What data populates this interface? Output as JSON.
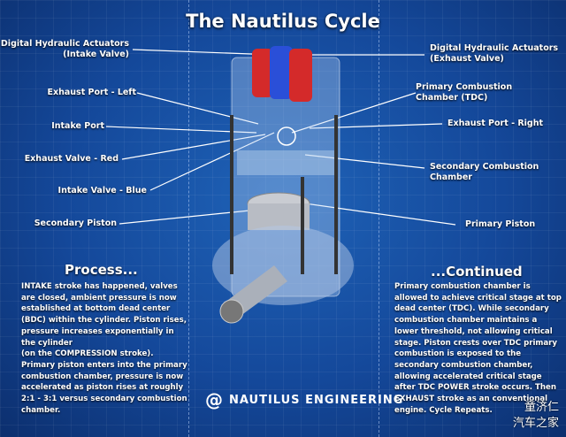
{
  "title": "The Nautilus Cycle",
  "labels_left": [
    "Digital Hydraulic Actuators\n(Intake Valve)",
    "Exhaust Port - Left",
    "Intake Port",
    "Exhaust Valve - Red",
    "Intake Valve - Blue",
    "Secondary Piston"
  ],
  "labels_right": [
    "Digital Hydraulic Actuators\n(Exhaust Valve)",
    "Primary Combustion\nChamber (TDC)",
    "Exhaust Port - Right",
    "Secondary Combustion\nChamber",
    "Primary Piston"
  ],
  "process": {
    "heading": "Process...",
    "text": "INTAKE stroke has happened, valves are closed, ambient pressure is now established at bottom dead center (BDC) within the cylinder. Piston rises, pressure increases exponentially in the cylinder\n(on the COMPRESSION stroke).\nPrimary piston enters into the primary combustion chamber, pressure is now accelerated as piston rises at roughly 2:1 - 3:1 versus secondary combustion chamber."
  },
  "continued": {
    "heading": "...Continued",
    "text": "Primary combustion chamber is allowed to achieve critical stage at top dead center (TDC). While secondary combustion chamber maintains a lower threshold, not allowing critical stage. Piston crests over TDC primary combustion is exposed to the secondary combustion chamber, allowing accelerated critical stage after TDC POWER stroke occurs. Then EXHAUST stroke as an conventional engine. Cycle Repeats."
  },
  "logo": "NAUTILUS ENGINEERING",
  "watermark": {
    "line1": "童济仁",
    "line2": "汽车之家"
  },
  "colors": {
    "intake_valve": "#2a4fd8",
    "exhaust_valve": "#d42a2a",
    "background": "#14489a"
  }
}
